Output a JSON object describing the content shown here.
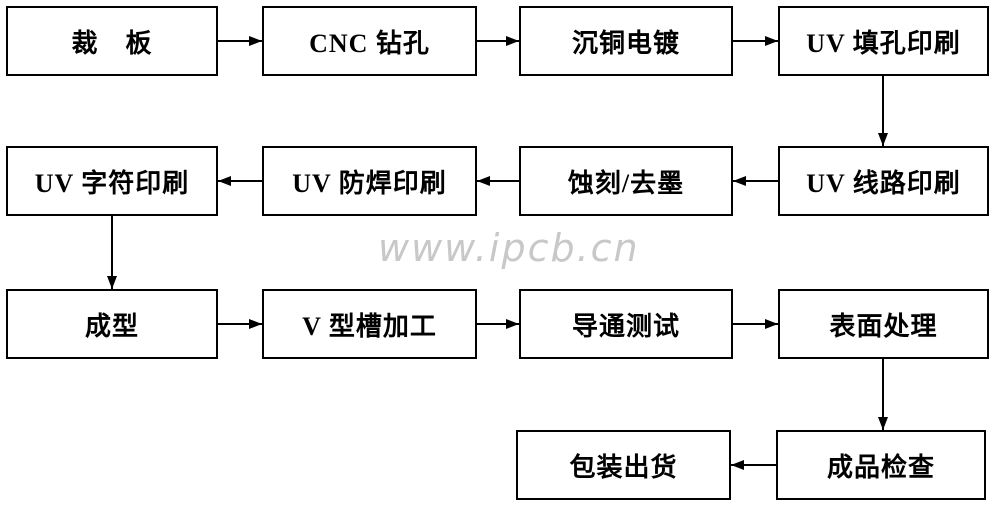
{
  "watermark": {
    "text": "www.ipcb.cn",
    "color": "#c8c8c8"
  },
  "flowchart": {
    "description": "PCB manufacturing process flow",
    "line_color": "#000000",
    "box_background": "#ffffff",
    "nodes": [
      {
        "id": "cut-board",
        "label": "裁　板"
      },
      {
        "id": "cnc-drilling",
        "label": "CNC 钻孔"
      },
      {
        "id": "copper-plating",
        "label": "沉铜电镀"
      },
      {
        "id": "uv-hole-fill-print",
        "label": "UV 填孔印刷"
      },
      {
        "id": "uv-circuit-print",
        "label": "UV 线路印刷"
      },
      {
        "id": "etch-deink",
        "label": "蚀刻/去墨"
      },
      {
        "id": "uv-soldermask-print",
        "label": "UV 防焊印刷"
      },
      {
        "id": "uv-legend-print",
        "label": "UV 字符印刷"
      },
      {
        "id": "forming",
        "label": "成型"
      },
      {
        "id": "v-groove-machining",
        "label": "V 型槽加工"
      },
      {
        "id": "continuity-test",
        "label": "导通测试"
      },
      {
        "id": "surface-finish",
        "label": "表面处理"
      },
      {
        "id": "final-inspection",
        "label": "成品检查"
      },
      {
        "id": "packing-shipping",
        "label": "包装出货"
      }
    ],
    "edges": [
      {
        "from": "cut-board",
        "to": "cnc-drilling"
      },
      {
        "from": "cnc-drilling",
        "to": "copper-plating"
      },
      {
        "from": "copper-plating",
        "to": "uv-hole-fill-print"
      },
      {
        "from": "uv-hole-fill-print",
        "to": "uv-circuit-print"
      },
      {
        "from": "uv-circuit-print",
        "to": "etch-deink"
      },
      {
        "from": "etch-deink",
        "to": "uv-soldermask-print"
      },
      {
        "from": "uv-soldermask-print",
        "to": "uv-legend-print"
      },
      {
        "from": "uv-legend-print",
        "to": "forming"
      },
      {
        "from": "forming",
        "to": "v-groove-machining"
      },
      {
        "from": "v-groove-machining",
        "to": "continuity-test"
      },
      {
        "from": "continuity-test",
        "to": "surface-finish"
      },
      {
        "from": "surface-finish",
        "to": "final-inspection"
      },
      {
        "from": "final-inspection",
        "to": "packing-shipping"
      }
    ]
  }
}
